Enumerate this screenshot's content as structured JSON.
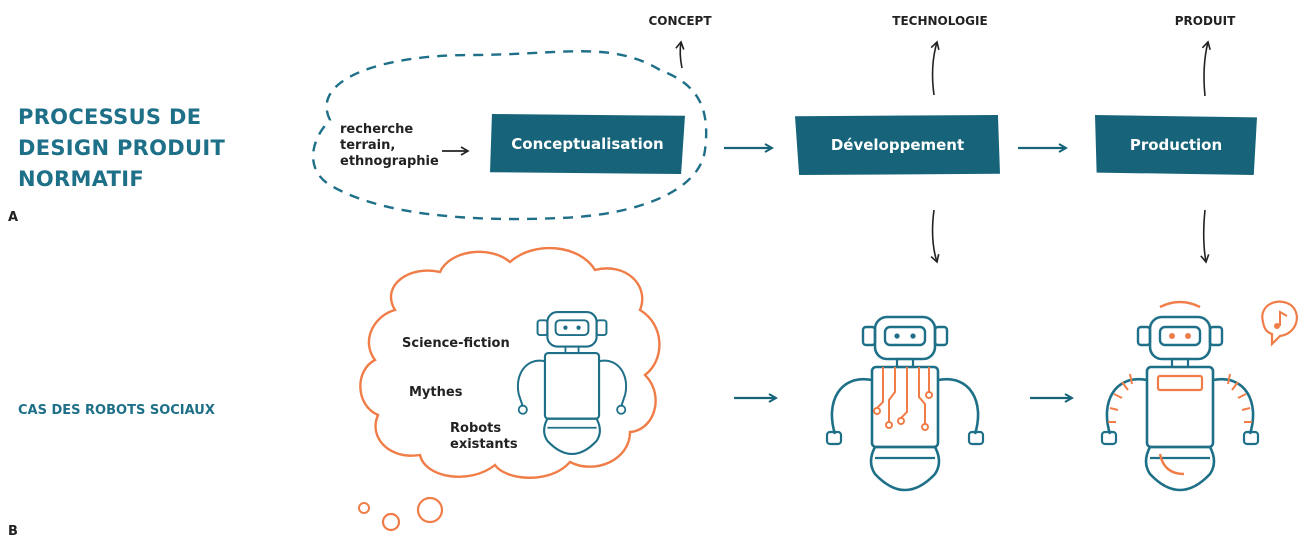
{
  "title_lines": [
    "PROCESSUS DE",
    "DESIGN PRODUIT",
    "NORMATIF"
  ],
  "section_a": "A",
  "section_b": "B",
  "case_title": "CAS DES ROBOTS SOCIAUX",
  "research_lines": [
    "recherche",
    "terrain,",
    "ethnographie"
  ],
  "steps": {
    "concept": "Conceptualisation",
    "dev": "Développement",
    "prod": "Production"
  },
  "outputs": {
    "concept": "CONCEPT",
    "tech": "TECHNOLOGIE",
    "prod": "PRODUIT"
  },
  "cloud": {
    "science_fiction": "Science-fiction",
    "myths": "Mythes",
    "existing_lines": [
      "Robots",
      "existants"
    ]
  },
  "colors": {
    "teal": "#1e6f88",
    "box": "#17647a",
    "orange": "#f07d47",
    "ink": "#222222"
  }
}
